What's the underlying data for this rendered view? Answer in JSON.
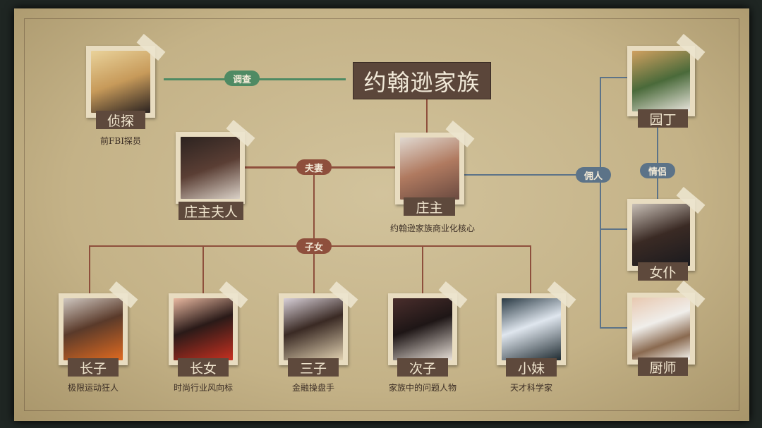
{
  "title": "约翰逊家族",
  "relations": {
    "investigate": "调查",
    "spouse": "夫妻",
    "children": "子女",
    "servants": "佣人",
    "lovers": "情侣"
  },
  "colors": {
    "family": "#8e4f3c",
    "investigate": "#4f8a63",
    "servant": "#5c7388"
  },
  "characters": {
    "detective": {
      "name": "侦探",
      "desc": "前FBI探员"
    },
    "wife": {
      "name": "庄主夫人"
    },
    "master": {
      "name": "庄主",
      "desc": "约翰逊家族商业化核心"
    },
    "eldest_son": {
      "name": "长子",
      "desc": "极限运动狂人"
    },
    "eldest_daughter": {
      "name": "长女",
      "desc": "时尚行业风向标"
    },
    "third_son": {
      "name": "三子",
      "desc": "金融操盘手"
    },
    "second_son": {
      "name": "次子",
      "desc": "家族中的问题人物"
    },
    "youngest_sister": {
      "name": "小妹",
      "desc": "天才科学家"
    },
    "gardener": {
      "name": "园丁"
    },
    "maid": {
      "name": "女仆"
    },
    "chef": {
      "name": "厨师"
    }
  }
}
